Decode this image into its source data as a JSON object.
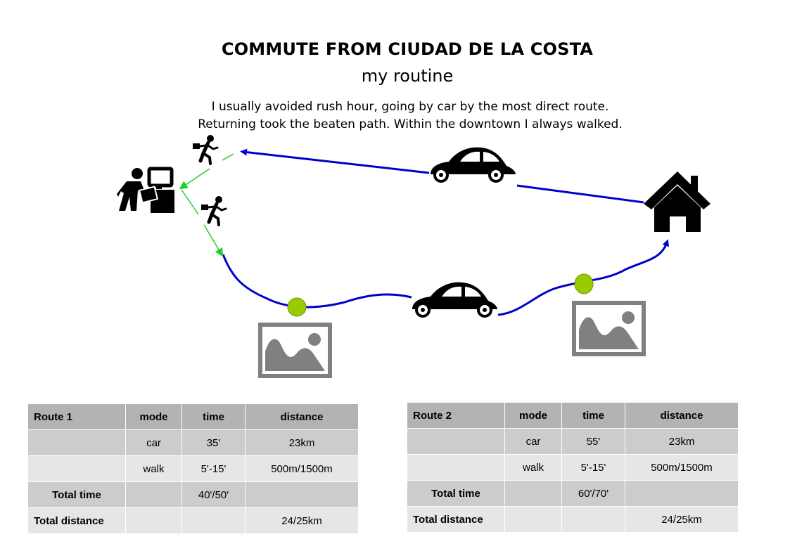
{
  "header": {
    "title": "COMMUTE FROM CIUDAD DE LA COSTA",
    "subtitle": "my routine",
    "description_line1": "I usually avoided rush hour, going by car by the most direct route.",
    "description_line2": "Returning took the beaten path. Within the downtown I always walked."
  },
  "colors": {
    "route_line": "#0000cc",
    "walk_arrow": "#22cc33",
    "stop_marker": "#99cc00",
    "header_cell": "#b3b3b3",
    "row_dark": "#cccccc",
    "row_light": "#e6e6e6"
  },
  "icons": [
    "office-worker-icon",
    "running-person-icon",
    "car-icon",
    "house-icon",
    "image-placeholder-icon"
  ],
  "tables": [
    {
      "headers": [
        "Route 1",
        "mode",
        "time",
        "distance"
      ],
      "rows": [
        [
          "",
          "car",
          "35'",
          "23km"
        ],
        [
          "",
          "walk",
          "5'-15'",
          "500m/1500m"
        ],
        [
          "Total time",
          "",
          "40'/50'",
          ""
        ],
        [
          "Total distance",
          "",
          "",
          "24/25km"
        ]
      ]
    },
    {
      "headers": [
        "Route 2",
        "mode",
        "time",
        "distance"
      ],
      "rows": [
        [
          "",
          "car",
          "55'",
          "23km"
        ],
        [
          "",
          "walk",
          "5'-15'",
          "500m/1500m"
        ],
        [
          "Total time",
          "",
          "60'/70'",
          ""
        ],
        [
          "Total distance",
          "",
          "",
          "24/25km"
        ]
      ]
    }
  ]
}
